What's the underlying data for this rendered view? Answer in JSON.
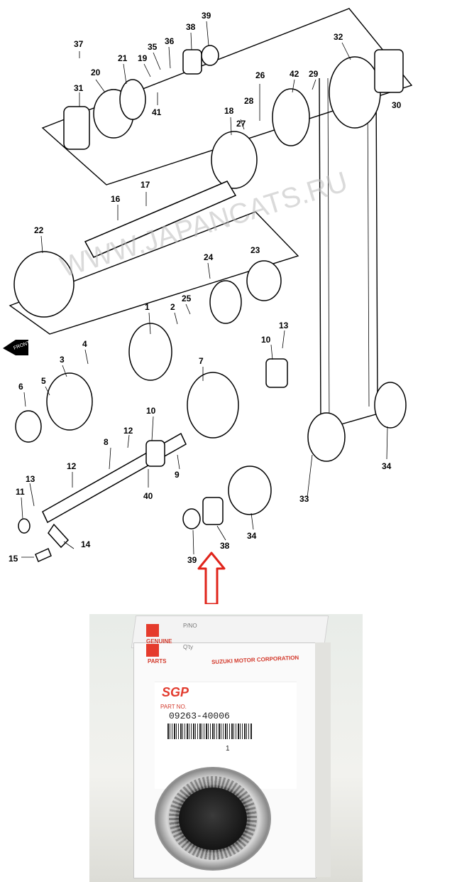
{
  "watermark": "WWW.JAPANCATS.RU",
  "front_marker": "FRONT",
  "callouts": [
    "1",
    "2",
    "3",
    "4",
    "5",
    "6",
    "7",
    "8",
    "9",
    "10",
    "11",
    "12",
    "13",
    "14",
    "15",
    "16",
    "17",
    "18",
    "19",
    "20",
    "21",
    "22",
    "23",
    "24",
    "25",
    "26",
    "27",
    "28",
    "29",
    "30",
    "31",
    "32",
    "33",
    "34",
    "35",
    "36",
    "37",
    "38",
    "39",
    "40",
    "41",
    "42"
  ],
  "arrow_color": "#e0241b",
  "photo": {
    "box_labels": {
      "pno": "P/NO",
      "qty": "Q'ty",
      "maker": "SUZUKI MOTOR CORPORATION",
      "genuine": "GENUINE",
      "parts": "PARTS"
    },
    "brand": "SGP",
    "part_no_label": "PART NO.",
    "part_number": "09263-40006",
    "quantity": "1"
  }
}
